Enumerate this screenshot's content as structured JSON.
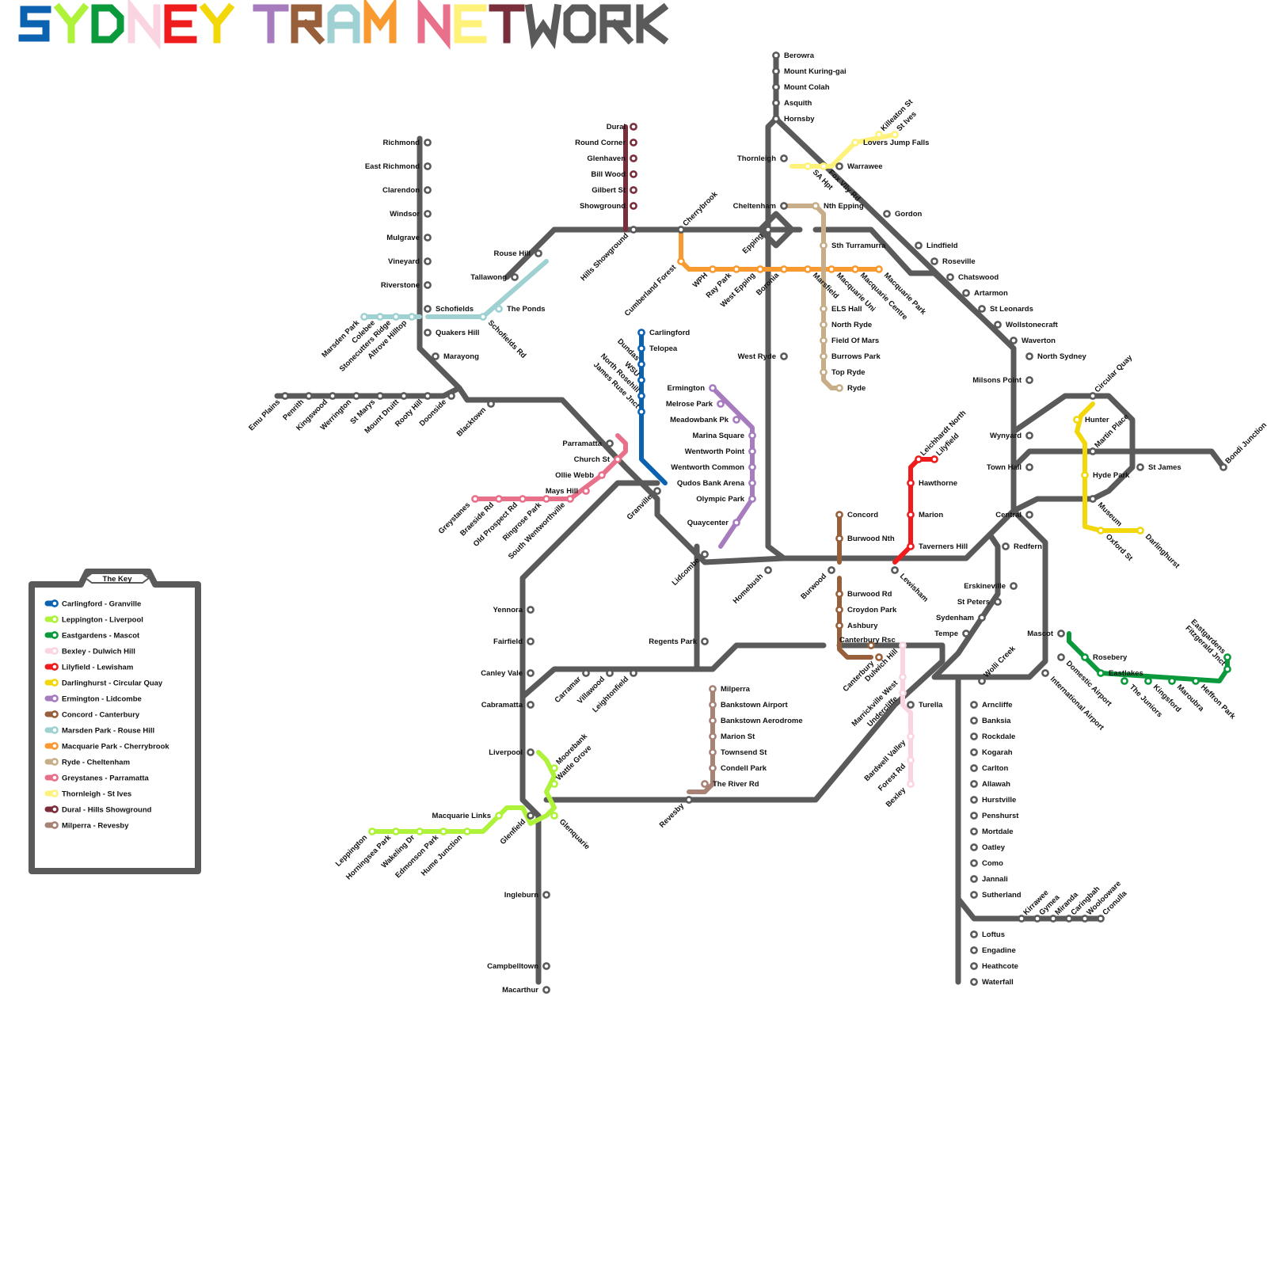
{
  "title": {
    "text": "SYDNEY TRAM NETWORK",
    "letter_colors": [
      "#0a62b0",
      "#aef23a",
      "#0a9a3c",
      "#fbd4e2",
      "#ee1c1c",
      "#f2d70a",
      "#ffffff",
      "#a77cbf",
      "#97603a",
      "#9fd1d2",
      "#f89a30",
      "#c7ae88",
      "#e9708a",
      "#fff27a",
      "#7a2e3c",
      "#5a5a5a",
      "#5a5a5a",
      "#5a5a5a",
      "#5a5a5a"
    ]
  },
  "colors": {
    "trunk": "#5a5a5a",
    "blue": "#0a62b0",
    "lime": "#aef23a",
    "green": "#0a9a3c",
    "pink": "#fbd4e2",
    "red": "#ee1c1c",
    "yellow": "#f2d70a",
    "purple": "#a77cbf",
    "brown": "#97603a",
    "teal": "#9fd1d2",
    "orange": "#f89a30",
    "tan": "#c7ae88",
    "rose": "#e9708a",
    "paleyellow": "#fff27a",
    "maroon": "#7a2e3c",
    "mauve": "#a98276"
  },
  "legend": {
    "title": "The Key",
    "items": [
      {
        "label": "Carlingford - Granville",
        "color": "#0a62b0"
      },
      {
        "label": "Leppington - Liverpool",
        "color": "#aef23a"
      },
      {
        "label": "Eastgardens - Mascot",
        "color": "#0a9a3c"
      },
      {
        "label": "Bexley - Dulwich Hill",
        "color": "#fbd4e2"
      },
      {
        "label": "Lilyfield - Lewisham",
        "color": "#ee1c1c"
      },
      {
        "label": "Darlinghurst - Circular Quay",
        "color": "#f2d70a"
      },
      {
        "label": "Ermington - Lidcombe",
        "color": "#a77cbf"
      },
      {
        "label": "Concord - Canterbury",
        "color": "#97603a"
      },
      {
        "label": "Marsden Park - Rouse Hill",
        "color": "#9fd1d2"
      },
      {
        "label": "Macquarie Park - Cherrybrook",
        "color": "#f89a30"
      },
      {
        "label": "Ryde - Cheltenham",
        "color": "#c7ae88"
      },
      {
        "label": "Greystanes - Parramatta",
        "color": "#e9708a"
      },
      {
        "label": "Thornleigh - St Ives",
        "color": "#fff27a"
      },
      {
        "label": "Dural - Hills Showground",
        "color": "#7a2e3c"
      },
      {
        "label": "Milperra - Revesby",
        "color": "#a98276"
      }
    ]
  },
  "stations": [
    "Berowra",
    "Mount Kuring-gai",
    "Mount Colah",
    "Asquith",
    "Hornsby",
    "Thornleigh",
    "Cheltenham",
    "Epping",
    "Boronia",
    "West Ryde",
    "Homebush",
    "Burwood",
    "Lewisham",
    "Redfern",
    "Central",
    "Town Hall",
    "Wynyard",
    "Milsons Point",
    "North Sydney",
    "Waverton",
    "Wollstonecraft",
    "St Leonards",
    "Artarmon",
    "Chatswood",
    "Roseville",
    "Lindfield",
    "Gordon",
    "Warrawee",
    "Richmond",
    "East Richmond",
    "Clarendon",
    "Windsor",
    "Mulgrave",
    "Vineyard",
    "Riverstone",
    "Schofields",
    "Quakers Hill",
    "Marayong",
    "Emu Plains",
    "Penrith",
    "Kingswood",
    "Werrington",
    "St Marys",
    "Mount Druitt",
    "Rooty Hill",
    "Doonside",
    "Blacktown",
    "Parramatta",
    "Granville",
    "Lidcombe",
    "Regents Park",
    "Yennora",
    "Fairfield",
    "Canley Vale",
    "Cabramatta",
    "Liverpool",
    "Glenfield",
    "Ingleburn",
    "Campbelltown",
    "Macarthur",
    "Carramar",
    "Villawood",
    "Leightonfield",
    "Revesby",
    "Turella",
    "Wolli Creek",
    "Tempe",
    "Sydenham",
    "St Peters",
    "Erskineville",
    "Mascot",
    "Domestic Airport",
    "International Airport",
    "Arncliffe",
    "Banksia",
    "Rockdale",
    "Kogarah",
    "Carlton",
    "Allawah",
    "Hurstville",
    "Penshurst",
    "Mortdale",
    "Oatley",
    "Como",
    "Jannali",
    "Sutherland",
    "Loftus",
    "Engadine",
    "Heathcote",
    "Waterfall",
    "Kirrawee",
    "Gymea",
    "Miranda",
    "Caringbah",
    "Woolooware",
    "Cronulla",
    "St James",
    "Martin Place",
    "Museum",
    "Circular Quay",
    "Bondi Junction",
    "Rouse Hill",
    "Tallawong",
    "Hills Showground",
    "Cherrybrook",
    "Carlingford",
    "Telopea",
    "Dundas",
    "WSU",
    "North Rosehill",
    "James Ruse Jnct",
    "Ermington",
    "Melrose Park",
    "Meadowbank Pk",
    "Marina Square",
    "Wentworth Point",
    "Wentworth Common",
    "Qudos Bank Arena",
    "Olympic Park",
    "Quaycenter",
    "Concord",
    "Burwood Nth",
    "Burwood Rd",
    "Croydon Park",
    "Ashbury",
    "Canterbury Rsc",
    "Canterbury",
    "Dulwich Hill",
    "Marrickville West",
    "Undercliffe",
    "Bardwell Valley",
    "Forest Rd",
    "Bexley",
    "Leichhardt North",
    "Lilyfield",
    "Hawthorne",
    "Marion",
    "Taverners Hill",
    "Hunter",
    "Hyde Park",
    "Oxford St",
    "Darlinghurst",
    "Rosebery",
    "Eastlakes",
    "The Juniors",
    "Kingsford",
    "Maroubra",
    "Heffron Park",
    "Fitzgerald Jnct",
    "Eastgardens",
    "Marsden Park",
    "Colebee",
    "Stonecutters Ridge",
    "Altrove Hilltop",
    "Schofields Rd",
    "The Ponds",
    "Cumberland Forest",
    "WPH",
    "Ray Park",
    "West Epping",
    "Marsfield",
    "Macquarie Uni",
    "Macquarie Centre",
    "Macquarie Park",
    "Nth Epping",
    "Sth Turramurra",
    "ELS Hall",
    "North Ryde",
    "Field Of Mars",
    "Burrows Park",
    "Top Ryde",
    "Ryde",
    "Greystanes",
    "Braeside Rd",
    "Old Prospect Rd",
    "Ringrose Park",
    "South Wentworthville",
    "Mays Hill",
    "Ollie Webb",
    "Church St",
    "SA Hpt",
    "Fox Vlly Rd",
    "Lovers Jump Falls",
    "Killeaton St",
    "St Ives",
    "Dural",
    "Round Corner",
    "Glenhaven",
    "Bill Wood",
    "Gilbert St",
    "Showground",
    "Milperra",
    "Bankstown Airport",
    "Bankstown Aerodrome",
    "Marion St",
    "Townsend St",
    "Condell Park",
    "The River Rd",
    "Leppington",
    "Horningsea Park",
    "Wakeling Dr",
    "Edmonson Park",
    "Hume Junction",
    "Macquarie Links",
    "Glenquarie",
    "Wattle Grove",
    "Moorebank"
  ]
}
